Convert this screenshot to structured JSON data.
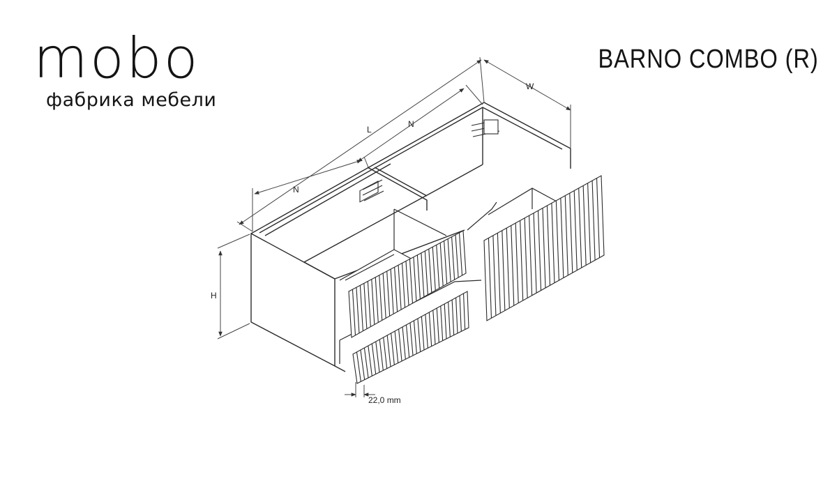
{
  "brand": {
    "logo_text": "mobo",
    "subtitle": "фабрика мебели"
  },
  "product": {
    "title": "BARNO COMBO (R)"
  },
  "dimensions": {
    "length_label": "L",
    "width_label": "W",
    "height_label": "H",
    "section_left_label": "N",
    "section_right_label": "N",
    "thickness_label": "22,0 mm"
  },
  "colors": {
    "line": "#2a2a2a",
    "dim_line": "#444444",
    "background": "#ffffff"
  }
}
